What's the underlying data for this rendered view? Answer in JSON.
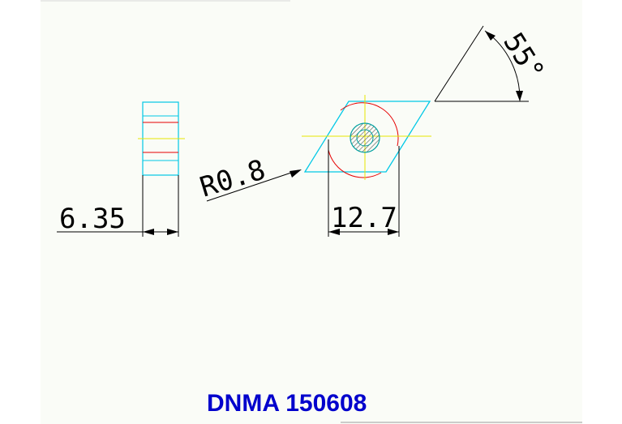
{
  "drawing": {
    "side_thickness": "6.35",
    "corner_radius": "R0.8",
    "inscribed_width": "12.7",
    "angle": "55°",
    "insert_code": "DNMA 150608"
  },
  "colors": {
    "paper": "#fafcf7",
    "outline": "#00c8e6",
    "center_line": "#e6e600",
    "edge_red": "#e60000",
    "dim_line": "#000000",
    "hatch": "#555555",
    "caption": "#0000cc"
  }
}
